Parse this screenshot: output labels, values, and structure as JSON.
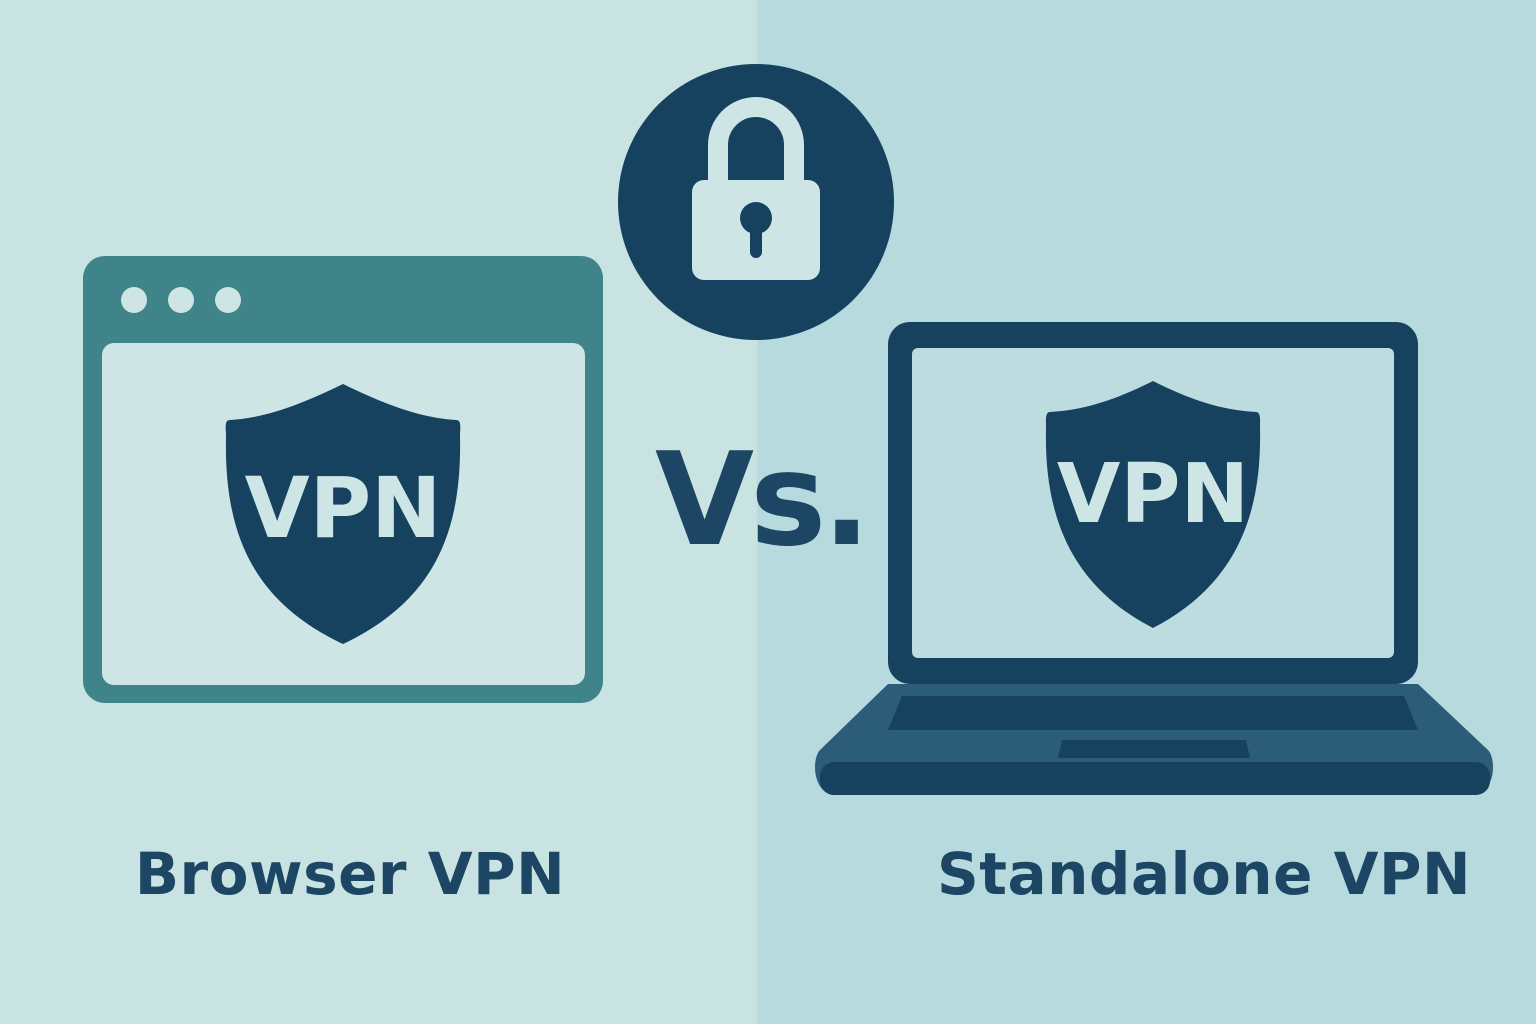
{
  "colors": {
    "left_bg": "#c8e3e2",
    "right_bg": "#b6dade",
    "navy": "#16425f",
    "teal": "#3e8489",
    "pale": "#cde5e4",
    "laptop_base": "#2b5c78",
    "text": "#1c4663"
  },
  "lock": {
    "icon": "padlock-icon"
  },
  "browser": {
    "icon": "browser-window-icon",
    "shield_text": "VPN"
  },
  "laptop": {
    "icon": "laptop-icon",
    "shield_text": "VPN"
  },
  "vs_text": "Vs.",
  "captions": {
    "left": "Browser VPN",
    "right": "Standalone VPN"
  }
}
